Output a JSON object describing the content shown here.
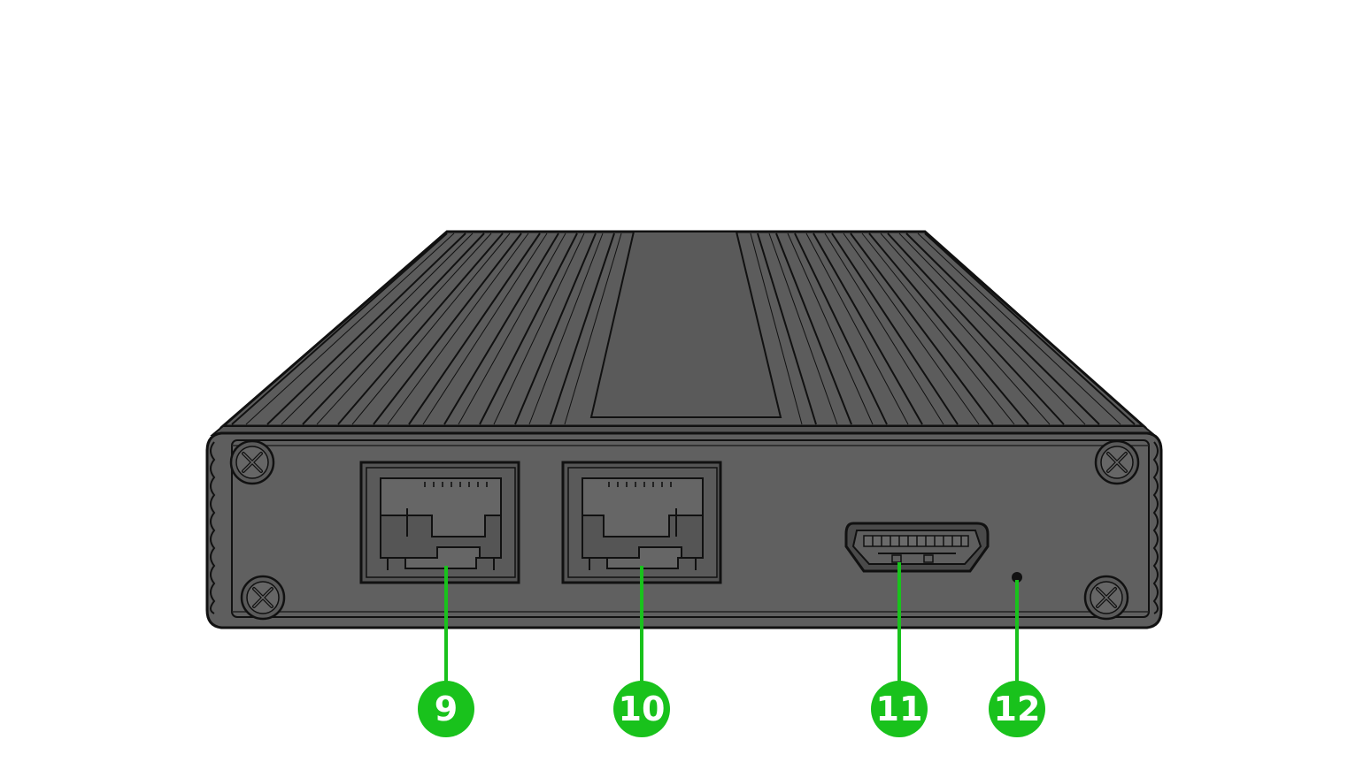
{
  "diagram": {
    "subject": "enclosure-rear-panel",
    "colors": {
      "background": "#ffffff",
      "enclosure_fill": "#5c5c5c",
      "enclosure_dark": "#4a4a4a",
      "outline": "#111111",
      "callout": "#19c21c",
      "callout_text": "#ffffff"
    },
    "callouts": [
      {
        "id": "9",
        "label": "9",
        "target": "ethernet-port-left"
      },
      {
        "id": "10",
        "label": "10",
        "target": "ethernet-port-right"
      },
      {
        "id": "11",
        "label": "11",
        "target": "hdmi-port"
      },
      {
        "id": "12",
        "label": "12",
        "target": "reset-pinhole"
      }
    ]
  }
}
